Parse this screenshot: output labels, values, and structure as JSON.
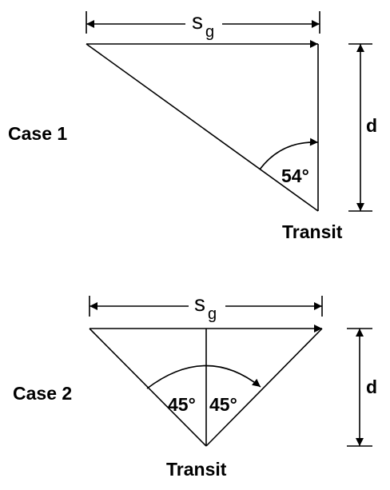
{
  "case1": {
    "label": "Case 1",
    "width_symbol": "s",
    "width_subscript": "g",
    "depth_label": "d",
    "angle_label": "54°",
    "transit_label": "Transit"
  },
  "case2": {
    "label": "Case 2",
    "width_symbol": "s",
    "width_subscript": "g",
    "depth_label": "d",
    "angle_left_label": "45°",
    "angle_right_label": "45°",
    "transit_label": "Transit"
  }
}
